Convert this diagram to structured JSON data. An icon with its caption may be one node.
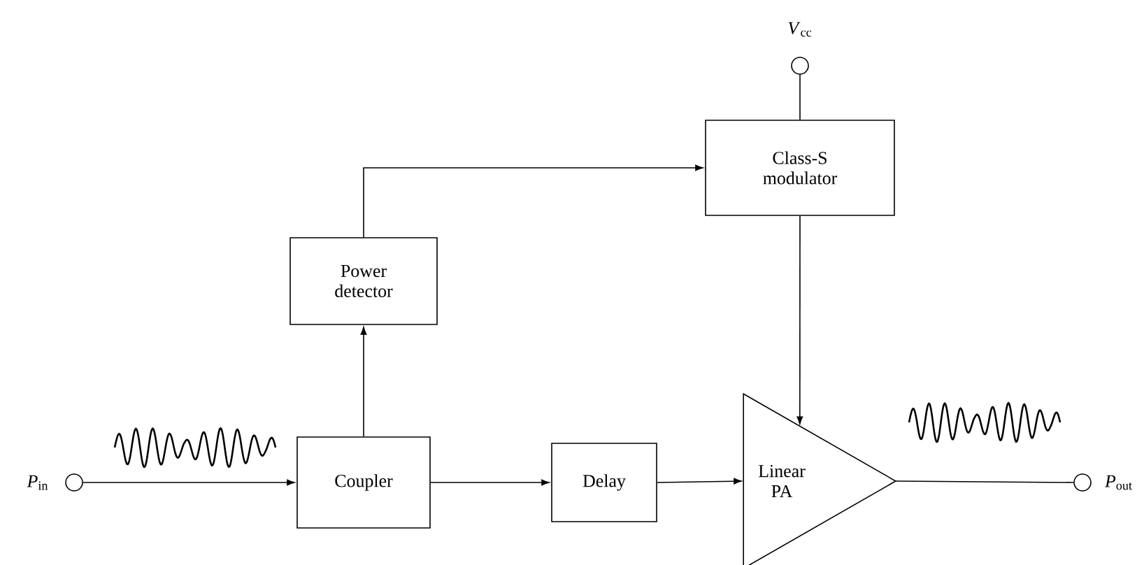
{
  "diagram": {
    "nodes": [
      {
        "text": [],
        "shape": "circle",
        "beside": [
          "*P*$_{in}$"
        ]
      },
      {
        "text": [
          "Coupler"
        ]
      },
      {
        "text": [
          "Power detector"
        ]
      },
      {
        "text": [
          "Class-S modulator"
        ]
      },
      {
        "text": [],
        "shape": "circle",
        "beside": [
          "*V*$_{cc}$"
        ]
      },
      {
        "text": [
          "Delay"
        ]
      },
      {
        "text": [
          "Linear PA"
        ]
      },
      {
        "text": [],
        "shape": "circle",
        "beside": [
          "*P*$_{out}$"
        ]
      }
    ],
    "edges": [
      {
        "from": 0,
        "to": 1,
        "arrow": "to"
      },
      {
        "from": 1,
        "to": 2,
        "arrow": "to"
      },
      {
        "from": 2,
        "to": 3,
        "arrow": "to"
      },
      {
        "from": 4,
        "to": 3,
        "arrow": "none"
      },
      {
        "from": 1,
        "to": 5,
        "arrow": "to"
      },
      {
        "from": 5,
        "to": 6,
        "arrow": "to"
      },
      {
        "from": 3,
        "to": 6,
        "arrow": "to"
      },
      {
        "from": 6,
        "to": 7,
        "arrow": "none"
      }
    ]
  }
}
